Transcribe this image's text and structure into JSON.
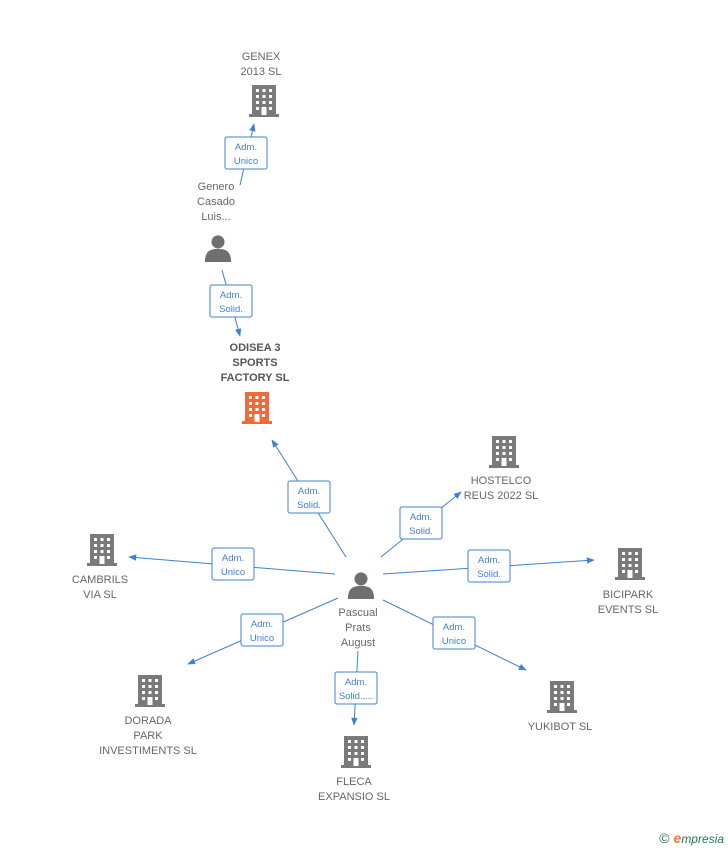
{
  "colors": {
    "edge": "#3e80d4",
    "company_icon": "#7a7a7a",
    "main_icon": "#f26a3a",
    "person_icon": "#6f6f6f",
    "label": "#666666"
  },
  "nodes": [
    {
      "id": "genex",
      "kind": "company",
      "icon": "building-icon",
      "lines": [
        "GENEX",
        "2013  SL"
      ]
    },
    {
      "id": "genero",
      "kind": "person",
      "icon": "person-icon",
      "lines": [
        "Genero",
        "Casado",
        "Luis..."
      ]
    },
    {
      "id": "odisea",
      "kind": "main",
      "icon": "building-icon",
      "lines": [
        "ODISEA 3",
        "SPORTS",
        "FACTORY  SL"
      ]
    },
    {
      "id": "hostelco",
      "kind": "company",
      "icon": "building-icon",
      "lines": [
        "HOSTELCO",
        "REUS 2022  SL"
      ]
    },
    {
      "id": "cambrils",
      "kind": "company",
      "icon": "building-icon",
      "lines": [
        "CAMBRILS",
        "VIA  SL"
      ]
    },
    {
      "id": "pascual",
      "kind": "person",
      "icon": "person-icon",
      "lines": [
        "Pascual",
        "Prats",
        "August"
      ]
    },
    {
      "id": "bicipark",
      "kind": "company",
      "icon": "building-icon",
      "lines": [
        "BICIPARK",
        "EVENTS  SL"
      ]
    },
    {
      "id": "dorada",
      "kind": "company",
      "icon": "building-icon",
      "lines": [
        "DORADA",
        "PARK",
        "INVESTIMENTS SL"
      ]
    },
    {
      "id": "yukibot",
      "kind": "company",
      "icon": "building-icon",
      "lines": [
        "YUKIBOT SL"
      ]
    },
    {
      "id": "fleca",
      "kind": "company",
      "icon": "building-icon",
      "lines": [
        "FLECA",
        "EXPANSIO  SL"
      ]
    }
  ],
  "edges": [
    {
      "from": "genero",
      "to": "genex",
      "lines": [
        "Adm.",
        "Unico"
      ]
    },
    {
      "from": "genero",
      "to": "odisea",
      "lines": [
        "Adm.",
        "Solid."
      ]
    },
    {
      "from": "pascual",
      "to": "odisea",
      "lines": [
        "Adm.",
        "Solid."
      ]
    },
    {
      "from": "pascual",
      "to": "hostelco",
      "lines": [
        "Adm.",
        "Solid."
      ]
    },
    {
      "from": "pascual",
      "to": "cambrils",
      "lines": [
        "Adm.",
        "Unico"
      ]
    },
    {
      "from": "pascual",
      "to": "bicipark",
      "lines": [
        "Adm.",
        "Solid."
      ]
    },
    {
      "from": "pascual",
      "to": "dorada",
      "lines": [
        "Adm.",
        "Unico"
      ]
    },
    {
      "from": "pascual",
      "to": "yukibot",
      "lines": [
        "Adm.",
        "Unico"
      ]
    },
    {
      "from": "pascual",
      "to": "fleca",
      "lines": [
        "Adm.",
        "Solid.,..."
      ]
    }
  ],
  "footer": {
    "copyright": "©",
    "brand_initial": "e",
    "brand_rest": "mpresia"
  }
}
